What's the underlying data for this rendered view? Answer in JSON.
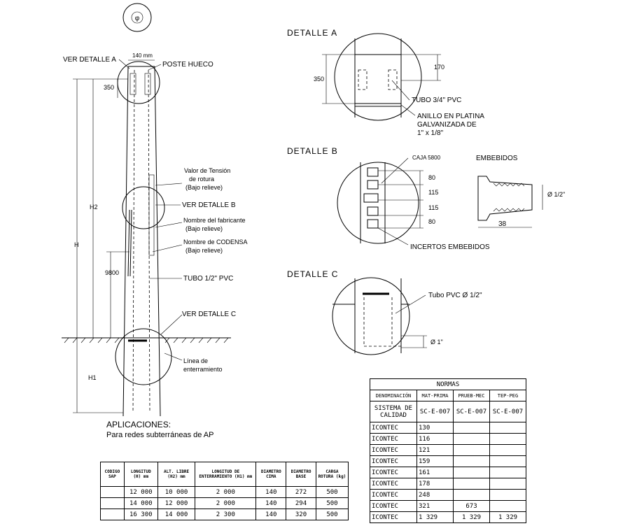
{
  "top_symbol": "φ",
  "elevation": {
    "labels": {
      "ver_detalle_a": "VER DETALLE A",
      "width_140": "140 mm",
      "poste_hueco": "POSTE HUECO",
      "dim_350": "350",
      "valor_tension": [
        "Valor de Tensión",
        "de rotura",
        "(Bajo relieve)"
      ],
      "ver_detalle_b": "VER DETALLE B",
      "nombre_fabricante": [
        "Nombre del fabricante",
        "(Bajo relieve)"
      ],
      "nombre_codensa": [
        "Nombre de CODENSA",
        "(Bajo relieve)"
      ],
      "tubo_half_pvc": "TUBO 1/2\" PVC",
      "ver_detalle_c": "VER DETALLE C",
      "linea_enterramiento": [
        "Línea de",
        "enterramiento"
      ],
      "dim_h2": "H2",
      "dim_h": "H",
      "dim_h1": "H1",
      "dim_9800": "9800"
    }
  },
  "detalle_a": {
    "title": "DETALLE A",
    "dim_350": "350",
    "dim_170": "170",
    "tubo": "TUBO 3/4\" PVC",
    "anillo": [
      "ANILLO EN PLATINA",
      "GALVANIZADA DE",
      "1\" x 1/8\""
    ]
  },
  "detalle_b": {
    "title": "DETALLE B",
    "caja": "CAJA 5800",
    "dims": [
      "80",
      "115",
      "115",
      "80"
    ],
    "incertos": "INCERTOS EMBEBIDOS",
    "embebidos_title": "EMBEBIDOS",
    "embebidos_dia": "Ø 1/2\"",
    "embebidos_len": "38"
  },
  "detalle_c": {
    "title": "DETALLE C",
    "tubo": "Tubo PVC Ø 1/2\"",
    "dia": "Ø 1\""
  },
  "aplicaciones": {
    "title": "APLICACIONES:",
    "text": "Para redes subterráneas de AP"
  },
  "dimensions_table": {
    "headers": [
      "CODIGO SAP",
      "LONGITUD (H) mm",
      "ALT. LIBRE (H2) mm",
      "LONGITUD DE ENTERRAMIENTO (H1) mm",
      "DIAMETRO CIMA",
      "DIAMETRO BASE",
      "CARGA ROTURA (kg)"
    ],
    "rows": [
      [
        "",
        "12 000",
        "10 000",
        "2 000",
        "140",
        "272",
        "500"
      ],
      [
        "",
        "14 000",
        "12 000",
        "2 000",
        "140",
        "294",
        "500"
      ],
      [
        "",
        "16 300",
        "14 000",
        "2 300",
        "140",
        "320",
        "500"
      ]
    ]
  },
  "normas_table": {
    "title": "NORMAS",
    "headers": [
      "DENOMINACIÓN",
      "MAT-PRIMA",
      "PRUEB-MEC",
      "TEP-PEG"
    ],
    "sistema": [
      "SISTEMA DE CALIDAD",
      "SC-E-007",
      "SC-E-007",
      "SC-E-007"
    ],
    "rows": [
      [
        "ICONTEC",
        "130",
        "",
        ""
      ],
      [
        "ICONTEC",
        "116",
        "",
        ""
      ],
      [
        "ICONTEC",
        "121",
        "",
        ""
      ],
      [
        "ICONTEC",
        "159",
        "",
        ""
      ],
      [
        "ICONTEC",
        "161",
        "",
        ""
      ],
      [
        "ICONTEC",
        "178",
        "",
        ""
      ],
      [
        "ICONTEC",
        "248",
        "",
        ""
      ],
      [
        "ICONTEC",
        "321",
        "673",
        ""
      ],
      [
        "ICONTEC",
        "1 329",
        "1 329",
        "1 329"
      ]
    ]
  }
}
